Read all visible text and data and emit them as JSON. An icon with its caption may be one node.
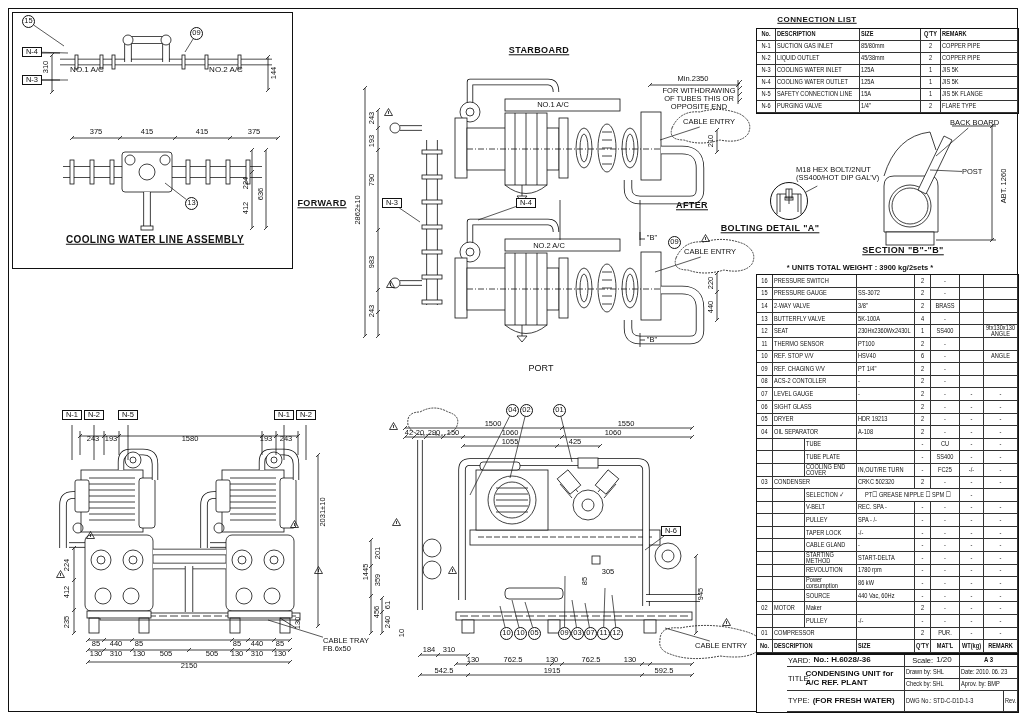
{
  "diagram": {
    "nodes": [
      {
        "text": [
          "15"
        ]
      },
      {
        "text": [
          "09"
        ]
      },
      {
        "text": [
          "13"
        ]
      },
      {
        "text": [
          "N-4"
        ]
      },
      {
        "text": [
          "N-3"
        ]
      },
      {
        "text": [
          "N-3"
        ]
      },
      {
        "text": [
          "N-4"
        ]
      },
      {
        "text": [
          "09"
        ]
      },
      {
        "text": [
          "CABLE ENTRY"
        ]
      },
      {
        "text": [
          "CABLE ENTRY"
        ]
      },
      {
        "text": [
          "M18 HEX BOLT/2NUT",
          "(SS400/HOT DIP GAL'V)"
        ]
      },
      {
        "text": [],
        "shape": "circle",
        "beside": [
          "BOLTING DETAIL \"A\""
        ]
      },
      {
        "text": [
          "BACK BOARD"
        ]
      },
      {
        "text": [
          "POST"
        ]
      },
      {
        "text": [
          "N-1"
        ]
      },
      {
        "text": [
          "N-2"
        ]
      },
      {
        "text": [
          "N-5"
        ]
      },
      {
        "text": [
          "N-1"
        ]
      },
      {
        "text": [
          "N-2"
        ]
      },
      {
        "text": [
          "CABLE TRAY",
          "FB.6x50"
        ]
      },
      {
        "text": [
          "04"
        ]
      },
      {
        "text": [
          "02"
        ]
      },
      {
        "text": [
          "01"
        ]
      },
      {
        "text": [
          "N-6"
        ]
      },
      {
        "text": [
          "10"
        ]
      },
      {
        "text": [
          "10"
        ]
      },
      {
        "text": [
          "05"
        ]
      },
      {
        "text": [
          "09"
        ]
      },
      {
        "text": [
          "03"
        ]
      },
      {
        "text": [
          "07"
        ]
      },
      {
        "text": [
          "11"
        ]
      },
      {
        "text": [
          "12"
        ]
      },
      {
        "text": [
          "CABLE ENTRY"
        ]
      }
    ],
    "edges": [
      {
        "from": 0,
        "to": null,
        "arrow": "none"
      },
      {
        "from": 1,
        "to": null,
        "arrow": "none"
      },
      {
        "from": 2,
        "to": null,
        "arrow": "none"
      },
      {
        "from": 3,
        "to": null,
        "arrow": "none"
      },
      {
        "from": 4,
        "to": null,
        "arrow": "none"
      },
      {
        "from": 5,
        "to": null,
        "arrow": "none"
      },
      {
        "from": 6,
        "to": null,
        "arrow": "none"
      },
      {
        "from": 8,
        "to": null,
        "arrow": "none"
      },
      {
        "from": 9,
        "to": null,
        "arrow": "none"
      },
      {
        "from": 10,
        "to": 11,
        "arrow": "none"
      },
      {
        "from": 12,
        "to": null,
        "arrow": "none"
      },
      {
        "from": 13,
        "to": null,
        "arrow": "none"
      },
      {
        "from": 19,
        "to": null,
        "arrow": "none"
      },
      {
        "from": 20,
        "to": null,
        "arrow": "none"
      },
      {
        "from": 21,
        "to": null,
        "arrow": "none"
      },
      {
        "from": 22,
        "to": null,
        "arrow": "none"
      },
      {
        "from": 23,
        "to": null,
        "arrow": "none"
      },
      {
        "from": 24,
        "to": null,
        "arrow": "none"
      },
      {
        "from": 25,
        "to": null,
        "arrow": "none"
      },
      {
        "from": 26,
        "to": null,
        "arrow": "none"
      },
      {
        "from": 27,
        "to": null,
        "arrow": "none"
      },
      {
        "from": 28,
        "to": null,
        "arrow": "none"
      },
      {
        "from": 29,
        "to": null,
        "arrow": "none"
      },
      {
        "from": 30,
        "to": null,
        "arrow": "none"
      },
      {
        "from": 31,
        "to": null,
        "arrow": "none"
      },
      {
        "from": 32,
        "to": null,
        "arrow": "none"
      }
    ],
    "labels": [
      "NO.1 A/C",
      "NO.2 A/C",
      "310",
      "144",
      "375",
      "415",
      "415",
      "375",
      "224",
      "412",
      "636",
      "COOLING WATER LINE ASSEMBLY",
      "STARBOARD",
      "NO.1 A/C",
      "243",
      "193",
      "Min.2350",
      "FOR WITHDRAWING OF TUBES THIS OR OPPOSITE END",
      "210",
      "2862±10",
      "790",
      "FORWARD",
      "AFTER",
      "\"B\"",
      "NO.2 A/C",
      "983",
      "220",
      "243",
      "440",
      "\"B\"",
      "PORT",
      "ABT. 1260",
      "SECTION \"B\"-\"B\"",
      "CONNECTION LIST",
      "No.",
      "DESCRIPTION",
      "SIZE",
      "Q'TY",
      "REMARK",
      "N-1",
      "SUCTION GAS INLET",
      "85/80mm",
      "2",
      "COPPER PIPE",
      "N-2",
      "LIQUID OUTLET",
      "45/38mm",
      "2",
      "COPPER PIPE",
      "N-3",
      "COOLING WATER INLET",
      "125A",
      "1",
      "JIS 5K",
      "N-4",
      "COOLING WATER OUTLET",
      "125A",
      "1",
      "JIS 5K",
      "N-5",
      "SAFETY CONNECTION LINE",
      "15A",
      "1",
      "JIS 5K FLANGE",
      "N-6",
      "PURGING VALVE",
      "1/4\"",
      "2",
      "FLARE TYPE",
      "* UNITS TOTAL WEIGHT : 3900 kg/2sets *",
      "16",
      "PRESSURE SWITCH",
      "2",
      "-",
      "15",
      "PRESSURE GAUGE",
      "SS-3072",
      "2",
      "-",
      "14",
      "2-WAY VALVE",
      "3/8\"",
      "2",
      "BRASS",
      "13",
      "BUTTERFLY VALVE",
      "5K-100A",
      "4",
      "-",
      "12",
      "SEAT",
      "230Hx2360Wx2430L",
      "1",
      "SS400",
      "9tx130x130 ANGLE",
      "11",
      "THERMO SENSOR",
      "PT100",
      "2",
      "-",
      "10",
      "REF. STOP V/V",
      "HSV40",
      "6",
      "-",
      "ANGLE",
      "09",
      "REF. CHAGING V/V",
      "PT 1/4\"",
      "2",
      "-",
      "08",
      "ACS-2 CONTOLLER",
      "-",
      "2",
      "-",
      "07",
      "LEVEL GAUGE",
      "-",
      "2",
      "-",
      "-",
      "-",
      "06",
      "SIGHT GLASS",
      "2",
      "-",
      "-",
      "-",
      "05",
      "DRYER",
      "HDR 19213",
      "2",
      "-",
      "-",
      "-",
      "04",
      "OIL SEPARATOR",
      "A-108",
      "2",
      "-",
      "-",
      "-",
      "TUBE",
      "-",
      "CU",
      "-",
      "-",
      "TUBE PLATE",
      "-",
      "SS400",
      "-",
      "-",
      "COOLING END COVER",
      "IN,OUT/RE TURN",
      "-",
      "FC25",
      "-/-",
      "-",
      "03",
      "CONDENSER",
      "CRKC 502320",
      "2",
      "-",
      "-",
      "-",
      "SELECTION ✓",
      "PT☐ GREASE NIPPLE ☐ SPM ☐",
      "-",
      "V-BELT",
      "REC. SPA -",
      "-",
      "-",
      "-",
      "-",
      "PULLEY",
      "SPA - /-",
      "-",
      "-",
      "-",
      "-",
      "TAPER LOCK",
      "-/-",
      "-",
      "-",
      "-",
      "-",
      "CABLE GLAND",
      "-",
      "-",
      "-",
      "-",
      "-",
      "STARTING METHOD",
      "START-DELTA",
      "-",
      "-",
      "-",
      "-",
      "REVOLUTION",
      "1780 rpm",
      "-",
      "-",
      "-",
      "-",
      "Power consumption",
      "86 kW",
      "-",
      "-",
      "-",
      "-",
      "SOURCE",
      "440 Vac, 60Hz",
      "-",
      "-",
      "-",
      "-",
      "02",
      "MOTOR",
      "Maker",
      "2",
      "-",
      "-",
      "-",
      "PULLEY",
      "-/-",
      "-",
      "-",
      "-",
      "-",
      "01",
      "COMPRESSOR",
      "2",
      "PUR.",
      "-",
      "-",
      "No.",
      "DESCRIPTION",
      "SIZE",
      "Q'TY",
      "MAT'L",
      "WT(kg)",
      "REMARK",
      "YARD:",
      "No.: H.6028/-36",
      "Scale:",
      "1/20",
      "A 3",
      "TITLE:",
      "CONDENSING UNIT for A/C REF. PLANT",
      "Drawn by: SHL",
      "Date: 2010. 06. 23",
      "Check by: SHL",
      "Aprov. by: BMP",
      "TYPE:",
      "(FOR FRESH WATER)",
      "DWG No.: STD-C-D1D-1-3",
      "Rev.",
      "243",
      "193",
      "1580",
      "193",
      "243",
      "2031±10",
      "224",
      "412",
      "235",
      "130",
      "85",
      "440",
      "85",
      "85",
      "440",
      "85",
      "130",
      "310",
      "130",
      "505",
      "505",
      "130",
      "310",
      "130",
      "2150",
      "1500",
      "1550",
      "42",
      "20",
      "290",
      "150",
      "1060",
      "1060",
      "1055",
      "425",
      "201",
      "1445",
      "359",
      "85",
      "305",
      "945",
      "456",
      "61",
      "240",
      "10",
      "184",
      "310",
      "130",
      "762.5",
      "130",
      "762.5",
      "130",
      "542.5",
      "1915",
      "592.5"
    ]
  }
}
